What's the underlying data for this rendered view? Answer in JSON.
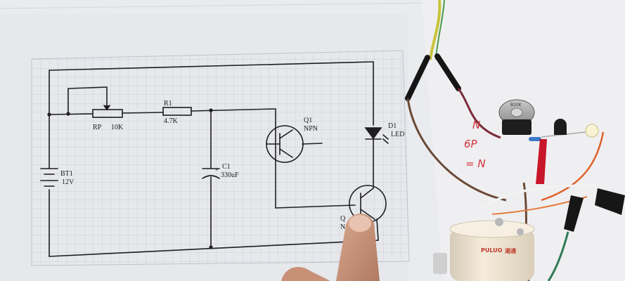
{
  "schematic": {
    "labels": {
      "rp": "RP",
      "rp_value": "10K",
      "r1": "R1",
      "r1_value": "4.7K",
      "c1": "C1",
      "c1_value": "330uF",
      "c1_polarity": "+",
      "q1": "Q1",
      "q1_type": "NPN",
      "d1": "D1",
      "d1_type": "LED",
      "bt1": "BT1",
      "bt1_value": "12V",
      "q2_partial": "Q",
      "q2_type_partial": "N"
    }
  },
  "handwriting": {
    "mark1": "N",
    "mark2": "6P",
    "mark3": "= N"
  },
  "hardware": {
    "potentiometer_label": "B10K",
    "relay_brand": "PULUO",
    "relay_brand_cn": "湘通"
  },
  "colors": {
    "paper": "#f2f3f5",
    "grid": "#c9ccd3",
    "ink": "#1d1d1d",
    "wire_brown": "#6a4a38",
    "wire_red": "#c8162a",
    "wire_orange": "#e0622b",
    "relay_body": "#f1e6d3",
    "purple_glow": "#6b3ad8"
  }
}
